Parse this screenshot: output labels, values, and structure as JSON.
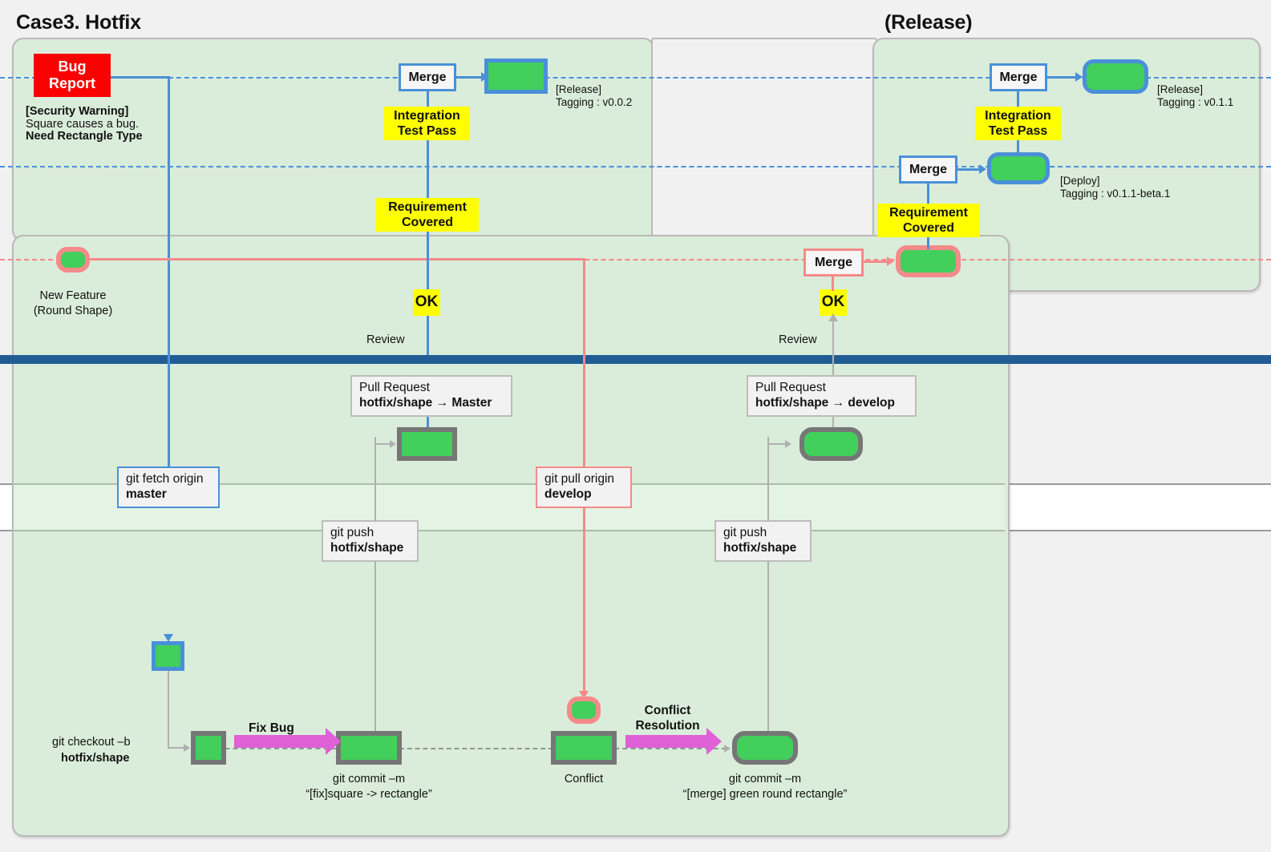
{
  "titles": {
    "left": "Case3. Hotfix",
    "right": "(Release)"
  },
  "bug_report": {
    "label_line1": "Bug",
    "label_line2": "Report",
    "note_line1": "[Security Warning]",
    "note_line2": "Square causes a bug.",
    "note_line3": "Need Rectangle Type"
  },
  "new_feature": {
    "line1": "New Feature",
    "line2": "(Round Shape)"
  },
  "master_lane": {
    "merge_label": "Merge",
    "integration_label_1": "Integration",
    "integration_label_2": "Test Pass",
    "requirement_label_1": "Requirement",
    "requirement_label_2": "Covered",
    "ok_label": "OK",
    "review_label": "Review",
    "release_tag_1": "[Release]",
    "release_tag_2": "Tagging : v0.0.2",
    "pull_request_line1": "Pull Request",
    "pull_request_line2": "hotfix/shape → Master",
    "git_push_line1": "git push",
    "git_push_line2": "hotfix/shape"
  },
  "release_lane": {
    "merge_top_label": "Merge",
    "merge_mid_label": "Merge",
    "integration_label_1": "Integration",
    "integration_label_2": "Test Pass",
    "requirement_label_1": "Requirement",
    "requirement_label_2": "Covered",
    "release_tag_1": "[Release]",
    "release_tag_2": "Tagging : v0.1.1",
    "deploy_tag_1": "[Deploy]",
    "deploy_tag_2": "Tagging : v0.1.1-beta.1"
  },
  "develop_lane": {
    "merge_label": "Merge",
    "ok_label": "OK",
    "review_label": "Review",
    "pull_request_line1": "Pull Request",
    "pull_request_line2": "hotfix/shape → develop",
    "git_push_line1": "git push",
    "git_push_line2": "hotfix/shape",
    "git_pull_line1": "git pull origin",
    "git_pull_line2": "develop"
  },
  "fetch_box": {
    "line1": "git fetch origin",
    "line2": "master"
  },
  "checkout": {
    "line1": "git checkout –b",
    "line2": "hotfix/shape"
  },
  "commits": {
    "fix_bug_arrow": "Fix Bug",
    "commit1_line1": "git commit –m",
    "commit1_line2": "“[fix]square -> rectangle”",
    "conflict_label": "Conflict",
    "conflict_arrow_1": "Conflict",
    "conflict_arrow_2": "Resolution",
    "commit2_line1": "git commit –m",
    "commit2_line2": "“[merge] green round rectangle”"
  },
  "colors": {
    "node_green": "#42cf5c",
    "branch_blue": "#4a90d9",
    "branch_red": "#f58a8a",
    "master_bar": "#225c94",
    "sticky_yellow": "#ffff00",
    "bug_red": "#fa0000",
    "container_green": "#daedda",
    "magenta_arrow": "#e060d8",
    "grey_border": "#767676"
  }
}
